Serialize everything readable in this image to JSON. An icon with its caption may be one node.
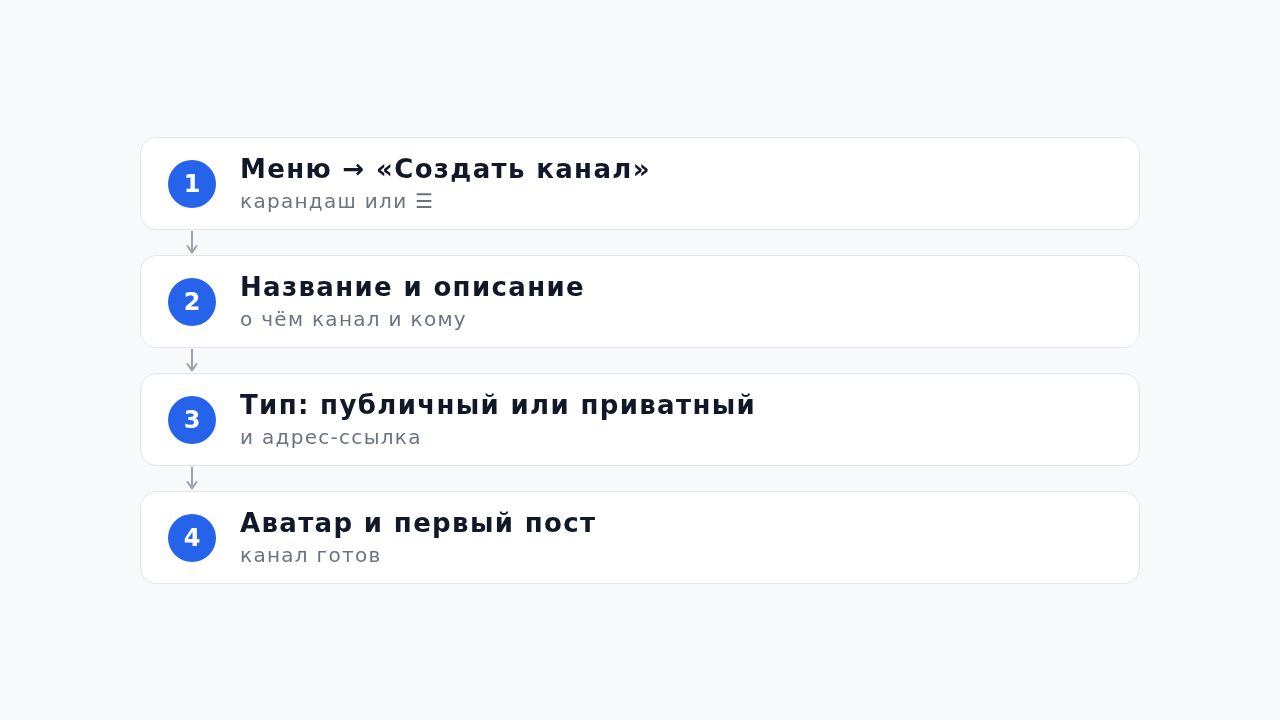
{
  "diagram": {
    "nodes": [
      {
        "text": [
          "Меню → «Создать канал»",
          "карандаш или ☰"
        ]
      },
      {
        "text": [
          "1"
        ],
        "in": 0
      },
      {
        "text": [
          "Название и описание",
          "о чём канал и кому"
        ]
      },
      {
        "text": [
          "2"
        ],
        "in": 2
      },
      {
        "text": [
          "Тип: публичный или приватный",
          "и адрес-ссылка"
        ]
      },
      {
        "text": [
          "3"
        ],
        "in": 4
      },
      {
        "text": [
          "Аватар и первый пост",
          "канал готов"
        ]
      },
      {
        "text": [
          "4"
        ],
        "in": 6
      }
    ],
    "edges": [
      {
        "from": 0,
        "to": 2,
        "arrow": "to"
      },
      {
        "from": 2,
        "to": 4,
        "arrow": "to"
      },
      {
        "from": 4,
        "to": 6,
        "arrow": "to"
      }
    ]
  }
}
